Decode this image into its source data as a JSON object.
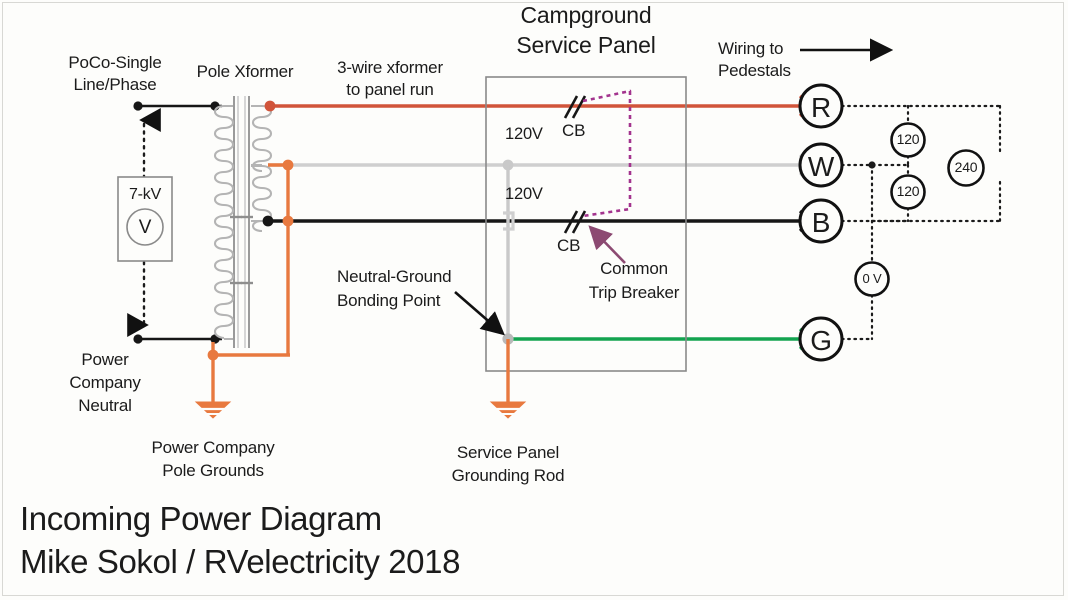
{
  "diagram": {
    "title_line1": "Incoming Power Diagram",
    "title_line2": "Mike Sokol / RVelectricity 2018",
    "panel_heading_line1": "Campground",
    "panel_heading_line2": "Service Panel"
  },
  "labels": {
    "poco_line1": "PoCo-Single",
    "poco_line2": "Line/Phase",
    "pole_xformer": "Pole Xformer",
    "run_line1": "3-wire xformer",
    "run_line2": "to panel run",
    "wiring_line1": "Wiring to",
    "wiring_line2": "Pedestals",
    "bonding_line1": "Neutral-Ground",
    "bonding_line2": "Bonding Point",
    "common_trip_line1": "Common",
    "common_trip_line2": "Trip Breaker",
    "poco_neutral_line1": "Power",
    "poco_neutral_line2": "Company",
    "poco_neutral_line3": "Neutral",
    "pole_grounds_line1": "Power Company",
    "pole_grounds_line2": "Pole Grounds",
    "panel_rod_line1": "Service Panel",
    "panel_rod_line2": "Grounding Rod"
  },
  "meters": {
    "primary_voltage": "7-kV",
    "primary_symbol": "V",
    "leg_top": "120V",
    "leg_bottom": "120V",
    "breaker_top": "CB",
    "breaker_bottom": "CB",
    "pedestal": [
      {
        "name": "meter-120-top",
        "value": "120"
      },
      {
        "name": "meter-120-bottom",
        "value": "120"
      },
      {
        "name": "meter-240",
        "value": "240"
      },
      {
        "name": "meter-0v",
        "value": "0 V"
      }
    ]
  },
  "conductors": [
    {
      "id": "R",
      "letter": "R",
      "name": "hot-leg-red",
      "color": "#d1543a"
    },
    {
      "id": "W",
      "letter": "W",
      "name": "neutral-white",
      "color": "#cfcfcf"
    },
    {
      "id": "B",
      "letter": "B",
      "name": "hot-leg-black",
      "color": "#161616"
    },
    {
      "id": "G",
      "letter": "G",
      "name": "ground-green",
      "color": "#13a34f"
    }
  ],
  "colors": {
    "red_hot": "#d1543a",
    "white_neutral": "#cfcfcf",
    "black_hot": "#161616",
    "green_ground": "#13a34f",
    "orange_ground_bond": "#e8793f",
    "purple_common_trip": "#a3348e",
    "purple_arrow": "#8c4a72",
    "panel_box": "#8a8a8a",
    "text": "#1b1b1b",
    "background": "#fdfdfb"
  }
}
